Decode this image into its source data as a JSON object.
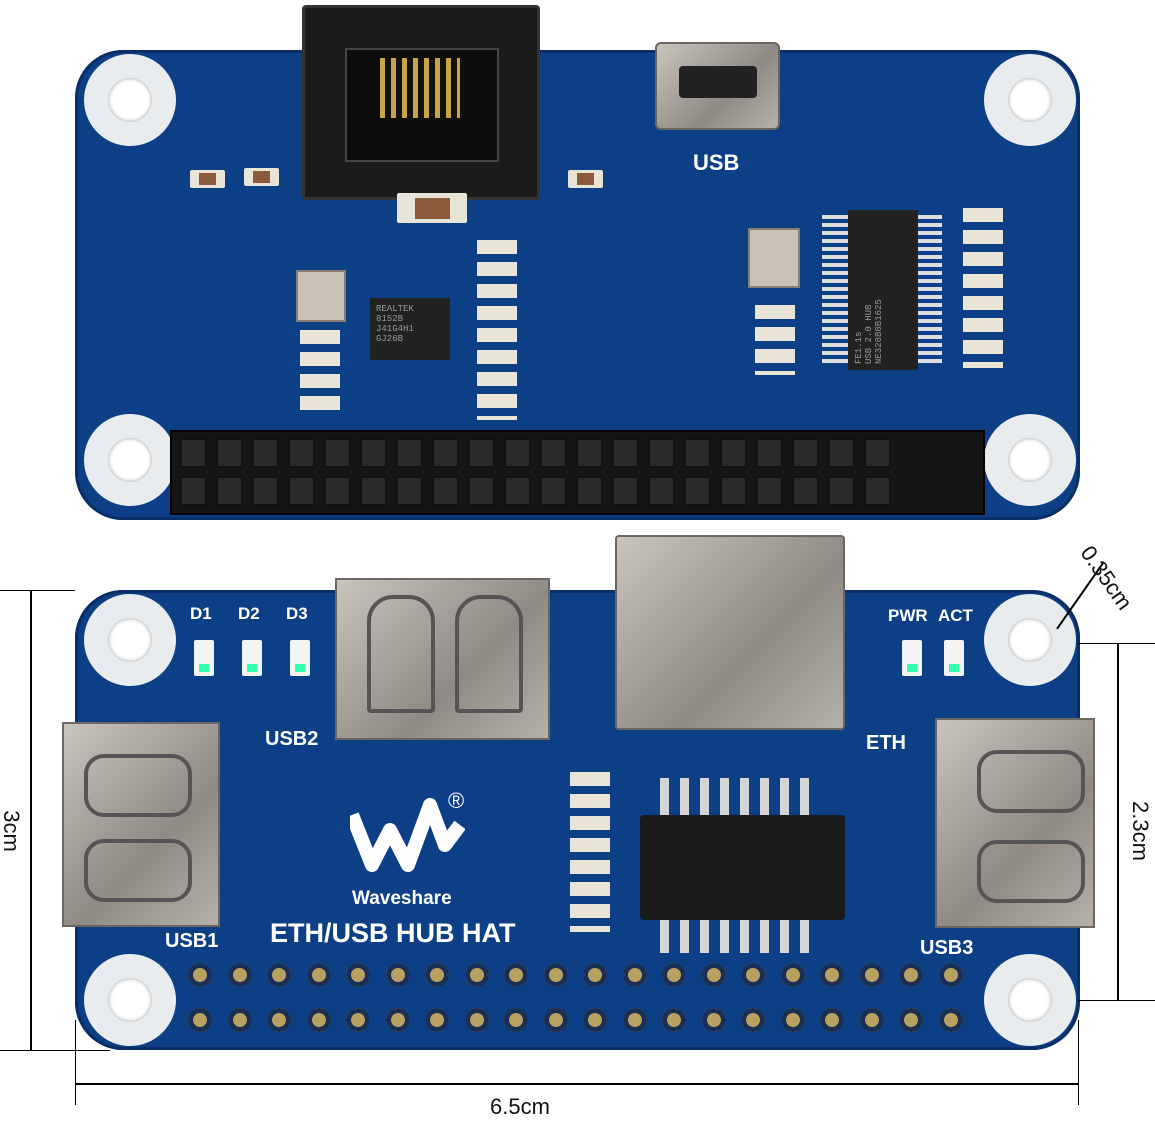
{
  "top_board": {
    "usb_label": "USB",
    "eth_chip_text": [
      "REALTEK",
      "8152B",
      "J41G4H1",
      "GJ26B"
    ],
    "hub_chip_text": [
      "FE1.1s",
      "USB 2.0 HUB",
      "NE328B8B1625"
    ]
  },
  "bottom_board": {
    "led_labels": [
      "D1",
      "D2",
      "D3"
    ],
    "status_labels": [
      "PWR",
      "ACT"
    ],
    "usb1_label": "USB1",
    "usb2_label": "USB2",
    "usb3_label": "USB3",
    "eth_label": "ETH",
    "brand": "Waveshare",
    "registered_mark": "®",
    "product_name": "ETH/USB HUB HAT"
  },
  "dimensions": {
    "height": "3cm",
    "hole_span": "2.3cm",
    "width": "6.5cm",
    "hole_diameter": "0.35cm"
  }
}
